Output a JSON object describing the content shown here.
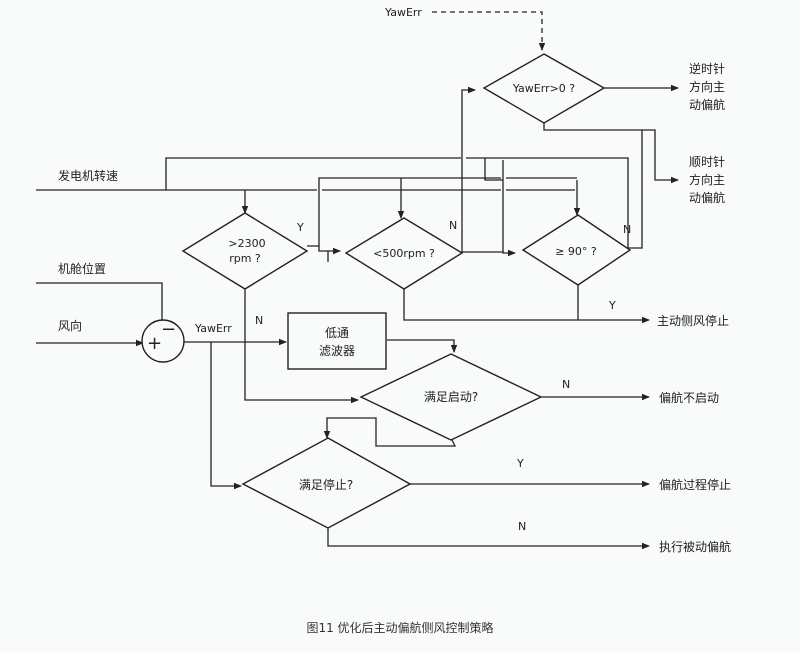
{
  "diagram": {
    "inputs": {
      "yawerr_top": "YawErr",
      "generator_speed": "发电机转速",
      "nacelle_position": "机舱位置",
      "wind_direction": "风向"
    },
    "sum_signs": {
      "plus": "+",
      "minus": "−"
    },
    "signals": {
      "yawerr_mid": "YawErr"
    },
    "decisions": {
      "yawerr_pos": "YawErr>0 ?",
      "speed_high_l1": ">2300",
      "speed_high_l2": "rpm ?",
      "speed_low": "<500rpm ?",
      "angle": "≥ 90° ?",
      "start_ok": "满足启动?",
      "stop_ok": "满足停止?"
    },
    "process": {
      "lowpass_l1": "低通",
      "lowpass_l2": "滤波器"
    },
    "branch_labels": {
      "y_speed_high": "Y",
      "n_speed_high": "N",
      "n_speed_low": "N",
      "n_angle": "N",
      "y_angle": "Y",
      "n_start": "N",
      "y_stop": "Y",
      "n_stop": "N"
    },
    "outputs": {
      "ccw_l1": "逆时针",
      "ccw_l2": "方向主",
      "ccw_l3": "动偏航",
      "cw_l1": "顺时针",
      "cw_l2": "方向主",
      "cw_l3": "动偏航",
      "active_stop": "主动侧风停止",
      "no_start": "偏航不启动",
      "process_stop": "偏航过程停止",
      "passive_yaw": "执行被动偏航"
    },
    "caption": "图11 优化后主动偏航侧风控制策略"
  }
}
